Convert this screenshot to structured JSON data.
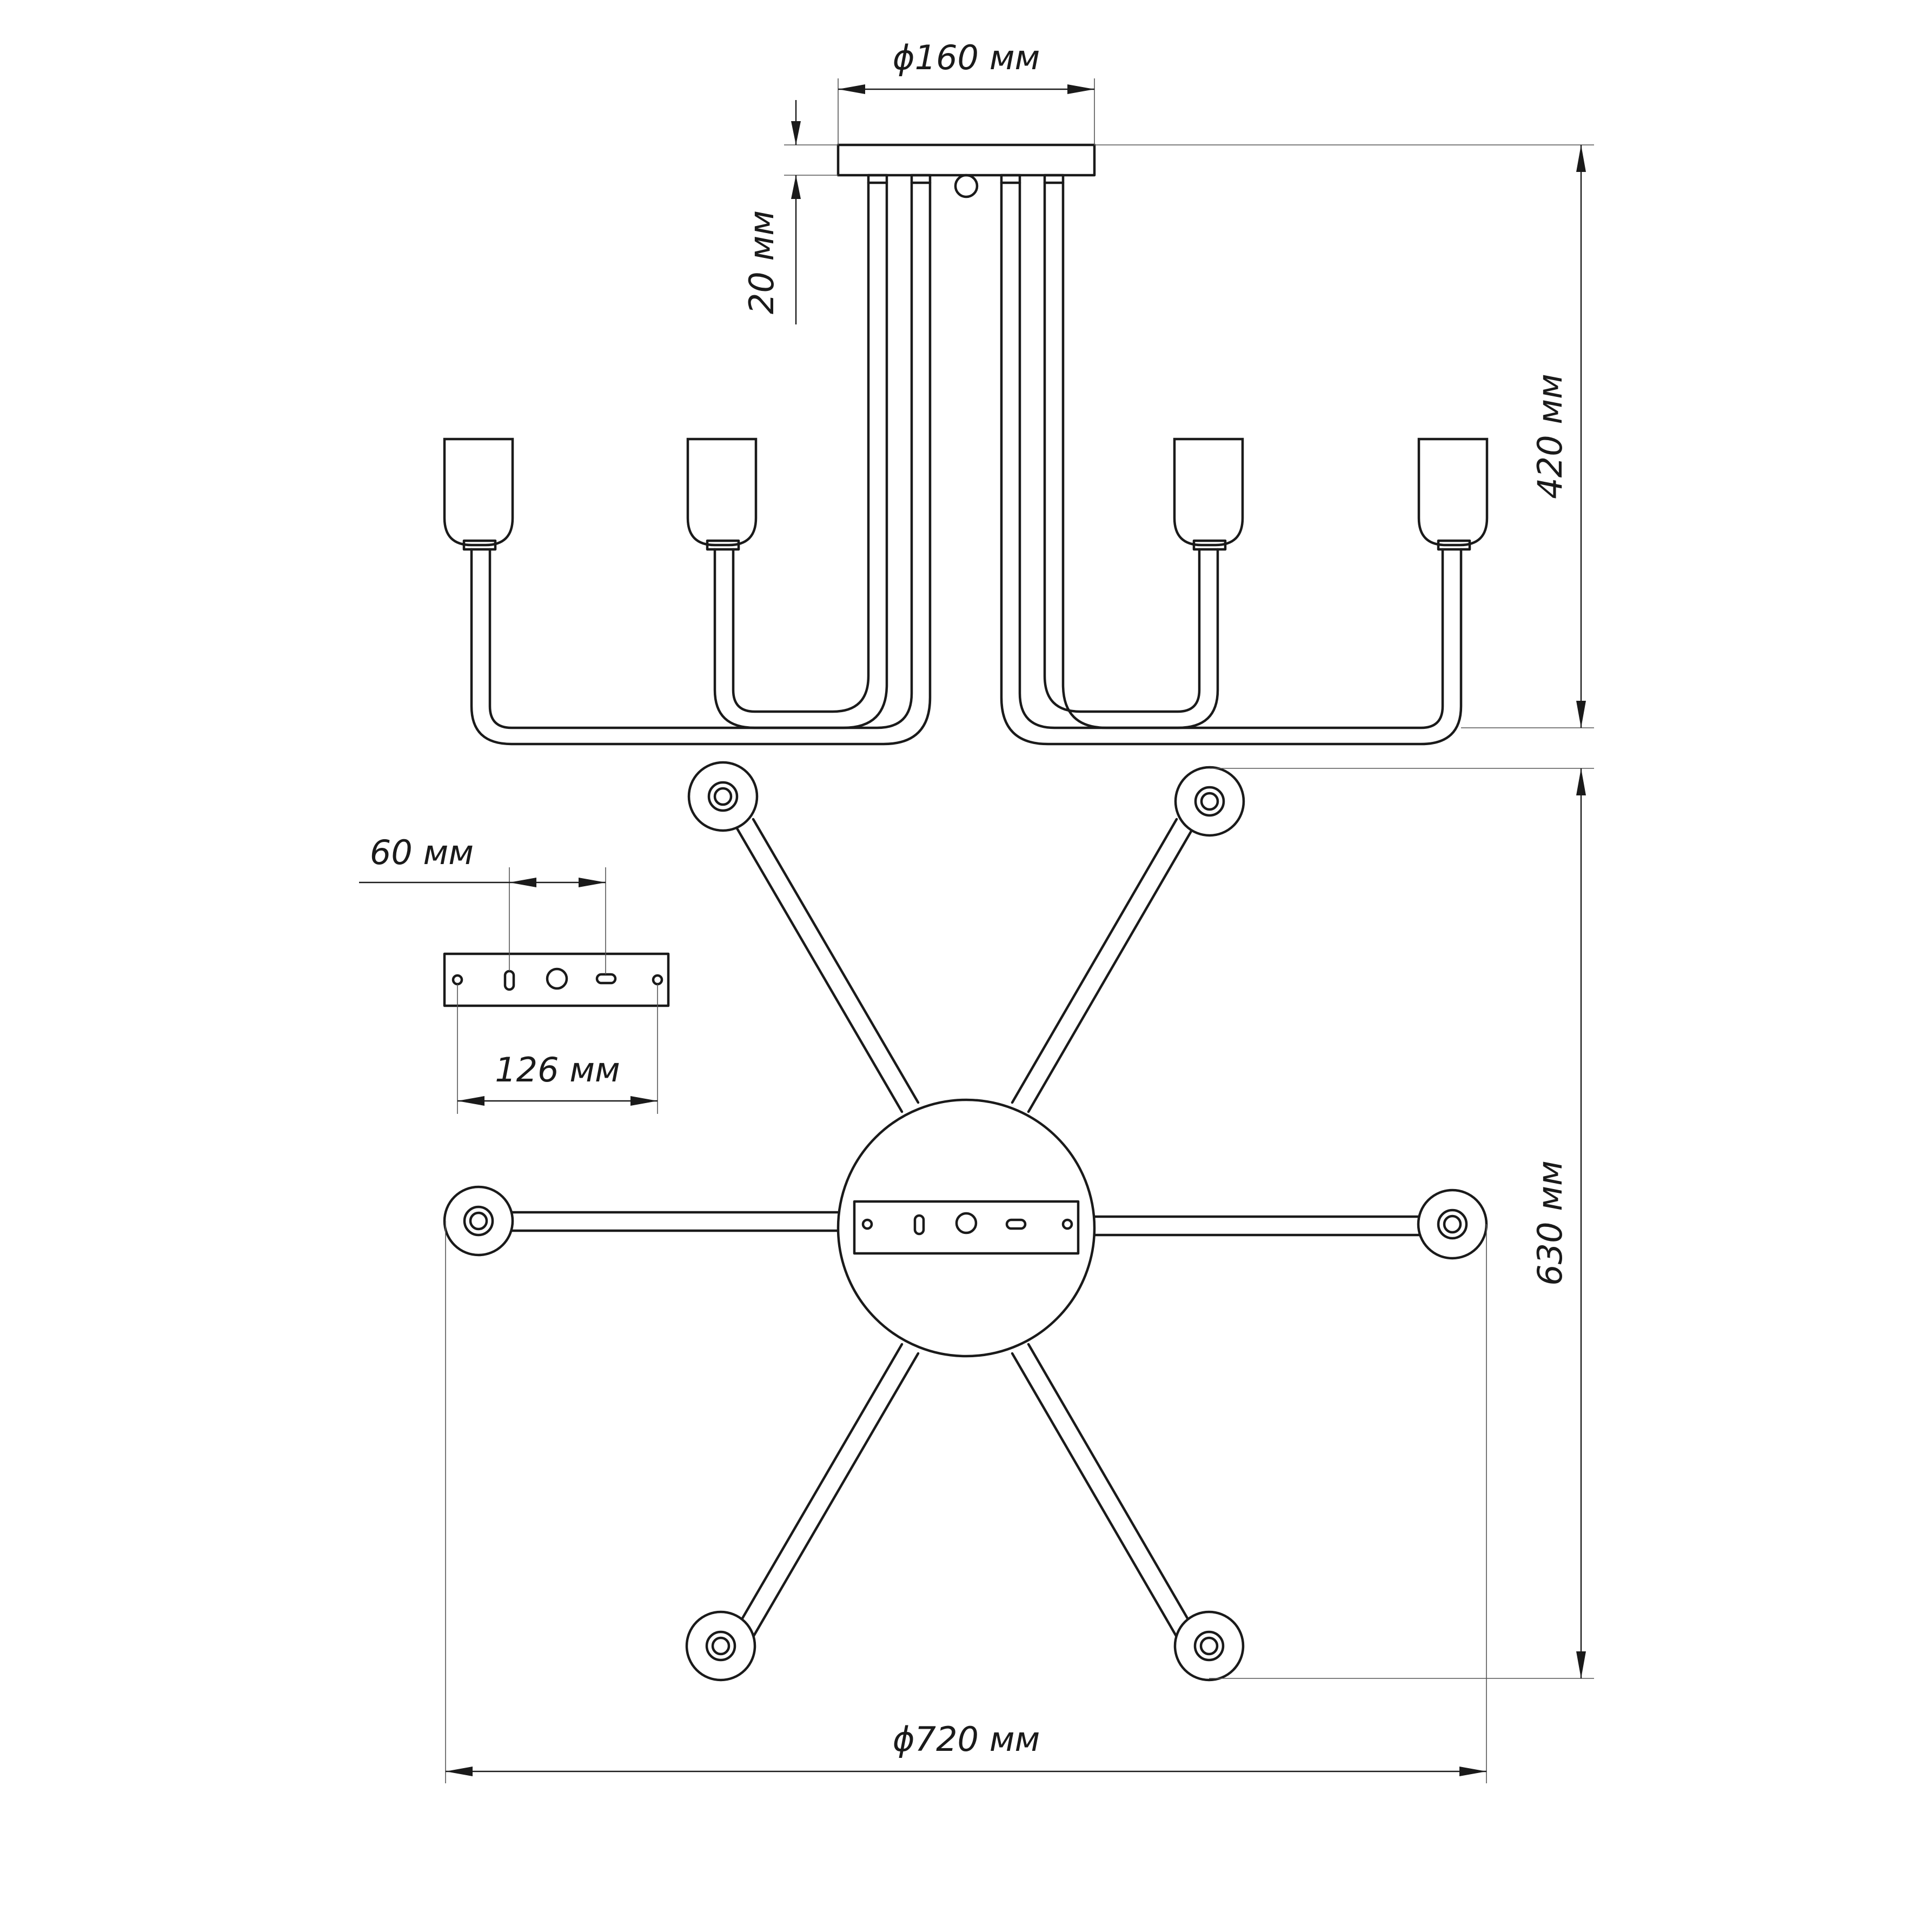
{
  "dimensions": {
    "canopy_diameter": "ϕ160 мм",
    "canopy_height": "20 мм",
    "total_height": "420 мм",
    "bracket_hole_spacing": "60 мм",
    "bracket_length": "126 мм",
    "depth": "630 мм",
    "overall_diameter": "ϕ720 мм"
  },
  "colors": {
    "line": "#1a1a1a",
    "background": "#ffffff"
  }
}
